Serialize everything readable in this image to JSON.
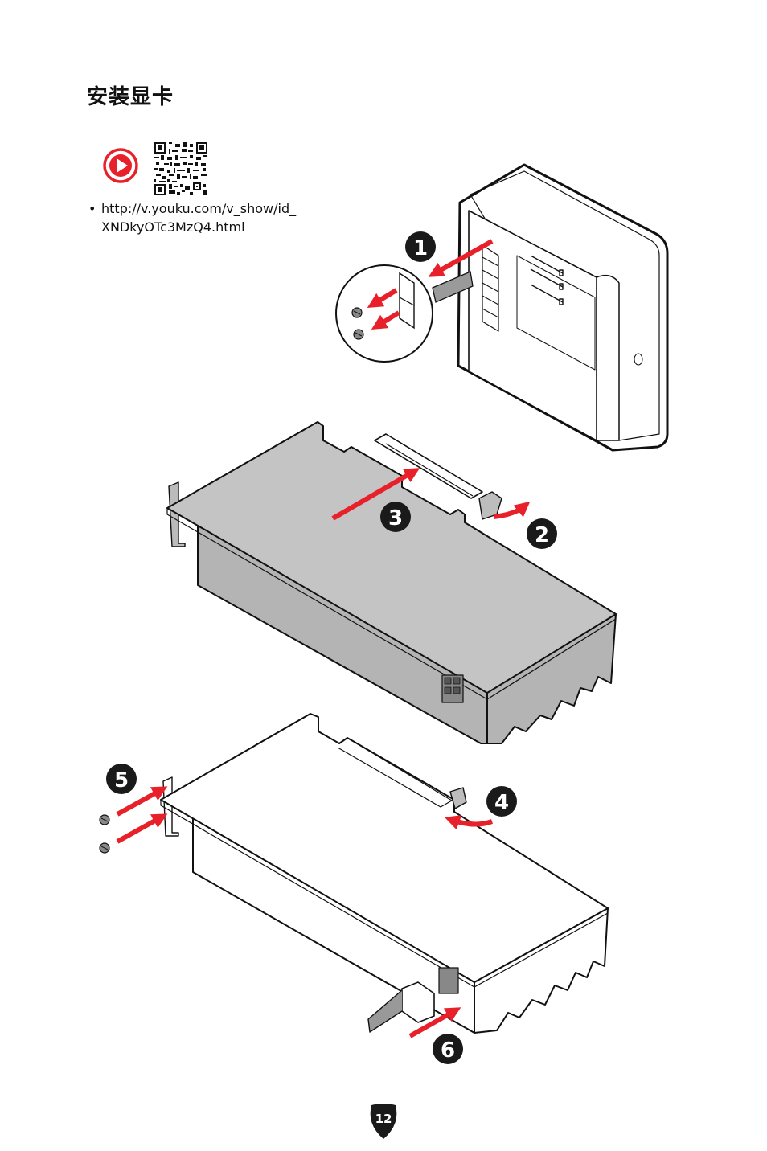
{
  "page": {
    "title": "安装显卡",
    "video_link_line1": "http://v.youku.com/v_show/id_",
    "video_link_line2": "XNDkyOTc3MzQ4.html",
    "page_number": "12"
  },
  "icons": {
    "play": "play-circle-icon",
    "qr": "qr-code-icon"
  },
  "steps": [
    "1",
    "2",
    "3",
    "4",
    "5",
    "6"
  ],
  "colors": {
    "accent_red": "#E8202A",
    "step_badge": "#1a1a1a",
    "card_gray": "#b4b4b4",
    "card_light": "#ffffff"
  }
}
